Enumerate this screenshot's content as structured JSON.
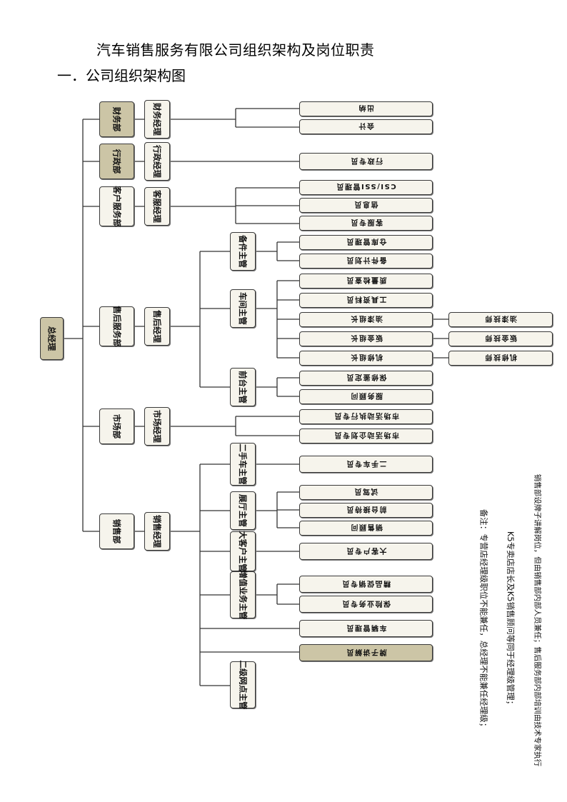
{
  "title": "汽车销售服务有限公司组织架构及岗位职责",
  "subtitle": "一．公司组织架构图",
  "org": {
    "root": "总经理",
    "departments": [
      {
        "name": "财务部",
        "manager": "财务经理",
        "roles": [
          "出纳",
          "会计"
        ]
      },
      {
        "name": "行政部",
        "manager": "行政经理",
        "roles": [
          "行政专员"
        ]
      },
      {
        "name": "客户服务部",
        "manager": "客服经理",
        "roles": [
          "CSI/SSI管理员",
          "信息员",
          "客服专员"
        ]
      },
      {
        "name": "售后服务部",
        "manager": "售后经理",
        "supervisors": [
          {
            "name": "备件主管",
            "roles": [
              "仓库管理员",
              "备件计划员"
            ]
          },
          {
            "name": "车间主管",
            "roles": [
              "质量检查员",
              "工具资料员",
              "油漆组长",
              "钣金组长",
              "机修组长"
            ],
            "subroles": [
              "油漆技师",
              "钣金技师",
              "机修技师"
            ]
          },
          {
            "name": "前台主管",
            "roles": [
              "保修鉴定员",
              "服务顾问"
            ]
          }
        ]
      },
      {
        "name": "市场部",
        "manager": "市场经理",
        "roles": [
          "市场活动执行专员",
          "市场活动企划专员"
        ]
      },
      {
        "name": "销售部",
        "manager": "销售经理",
        "supervisors": [
          {
            "name": "二手车主管",
            "roles": [
              "二手车专员"
            ]
          },
          {
            "name": "展厅主管",
            "roles": [
              "试驾员",
              "前台接待员",
              "销售顾问"
            ]
          },
          {
            "name": "大客户主管",
            "roles": [
              "大客户专员"
            ]
          },
          {
            "name": "增值业务主管",
            "roles": [
              "精品促销专员",
              "保险业务专员"
            ]
          }
        ],
        "direct_roles": [
          "车辆管理员",
          "牌子讲解员"
        ],
        "extra_supervisor": "二级网点主管"
      }
    ]
  },
  "notes": [
    "备注：专营店经理级职位不能兼任，总经理不能兼任经理级；",
    "K5专卖店店长及K5销售顾问等同于经理级管理；",
    "销售部设牌子讲解岗位，但由销售部内部人员兼任；售后服务部内部培训由技术专家执行"
  ]
}
